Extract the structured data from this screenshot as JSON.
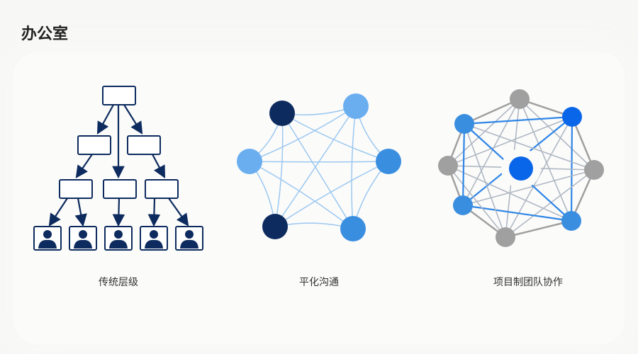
{
  "title": "办公室",
  "diagrams": [
    {
      "label": "传统层级",
      "type": "hierarchy"
    },
    {
      "label": "平化沟通",
      "type": "flat-mesh"
    },
    {
      "label": "项目制团队协作",
      "type": "project-network"
    }
  ],
  "colors": {
    "navy": "#0d2b5e",
    "light_blue": "#6aaef0",
    "mid_blue": "#3a8ee0",
    "center_blue": "#0a66e8",
    "gray": "#a0a0a0"
  }
}
